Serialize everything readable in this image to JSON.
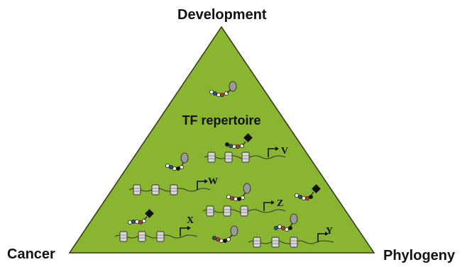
{
  "corners": {
    "top": "Development",
    "left": "Cancer",
    "right": "Phylogeny"
  },
  "center_label": "TF repertoire",
  "genes": {
    "v": "V",
    "w": "W",
    "x": "X",
    "y": "Y",
    "z": "Z"
  },
  "colors": {
    "triangle_fill": "#8ab530",
    "triangle_stroke": "#2b3a10",
    "text": "#111111",
    "tf_head": "#9a9a9a",
    "tf_repressor": "#111111",
    "nucleosome": "#d9d9d9",
    "bead_red": "#c0392b",
    "bead_blue": "#2c4f8a"
  }
}
